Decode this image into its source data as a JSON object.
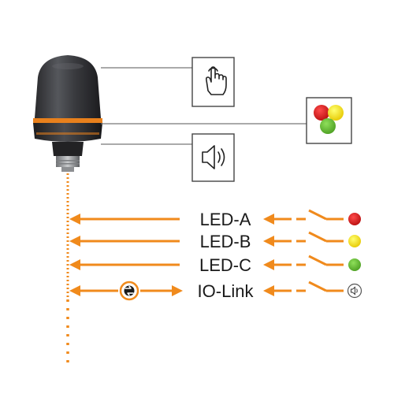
{
  "colors": {
    "wire": "#f08a1c",
    "led_red": "#d01d1d",
    "led_yellow": "#f2e41a",
    "led_green": "#6cbf3a",
    "box_border": "#444444",
    "device_dark": "#2b2b2e",
    "device_ring": "#e8801c"
  },
  "device": {
    "name_icon": "signal-lamp-device"
  },
  "feature_boxes": [
    {
      "icon": "hand-pointer-icon"
    },
    {
      "icon": "traffic-light-colors-icon"
    },
    {
      "icon": "speaker-icon"
    }
  ],
  "signals": [
    {
      "label": "LED-A",
      "indicator": "red-dot-icon"
    },
    {
      "label": "LED-B",
      "indicator": "yellow-dot-icon"
    },
    {
      "label": "LED-C",
      "indicator": "green-dot-icon"
    },
    {
      "label": "IO-Link",
      "indicator": "buzzer-icon"
    }
  ]
}
